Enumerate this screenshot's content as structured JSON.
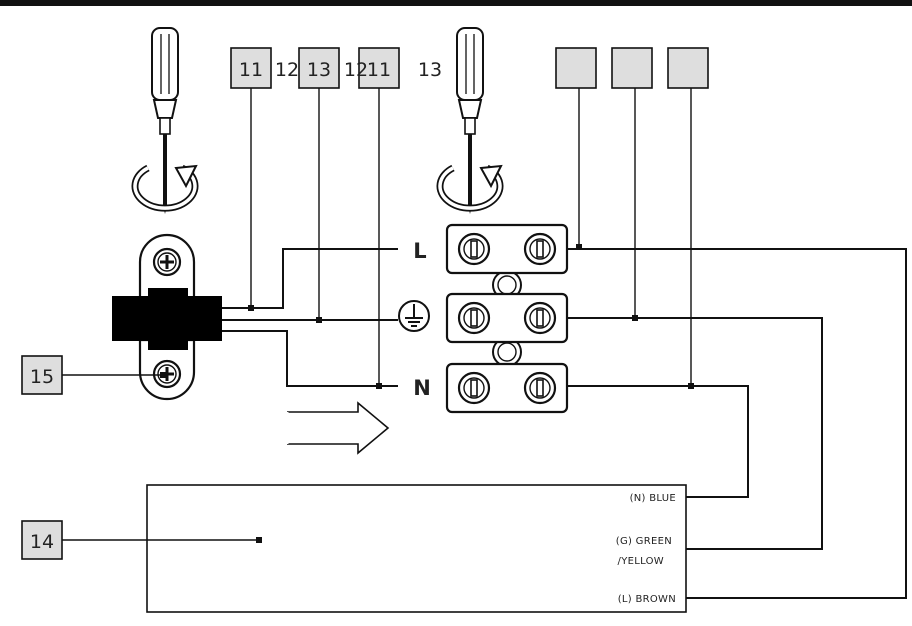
{
  "callouts": {
    "c11a": "11",
    "c12a": "12",
    "c13a": "13",
    "c11b": "11",
    "c12b": "12",
    "c13b": "13",
    "c14": "14",
    "c15": "15"
  },
  "terminals": {
    "live": "L",
    "neutral": "N"
  },
  "appliance_wires": {
    "blue": "(N) BLUE",
    "green_line1": "(G) GREEN",
    "green_line2": "/YELLOW",
    "brown": "(L) BROWN"
  },
  "colors": {
    "line": "#111111",
    "callout_fill": "#dedede",
    "clamp_body": "#000000",
    "background": "#ffffff"
  }
}
